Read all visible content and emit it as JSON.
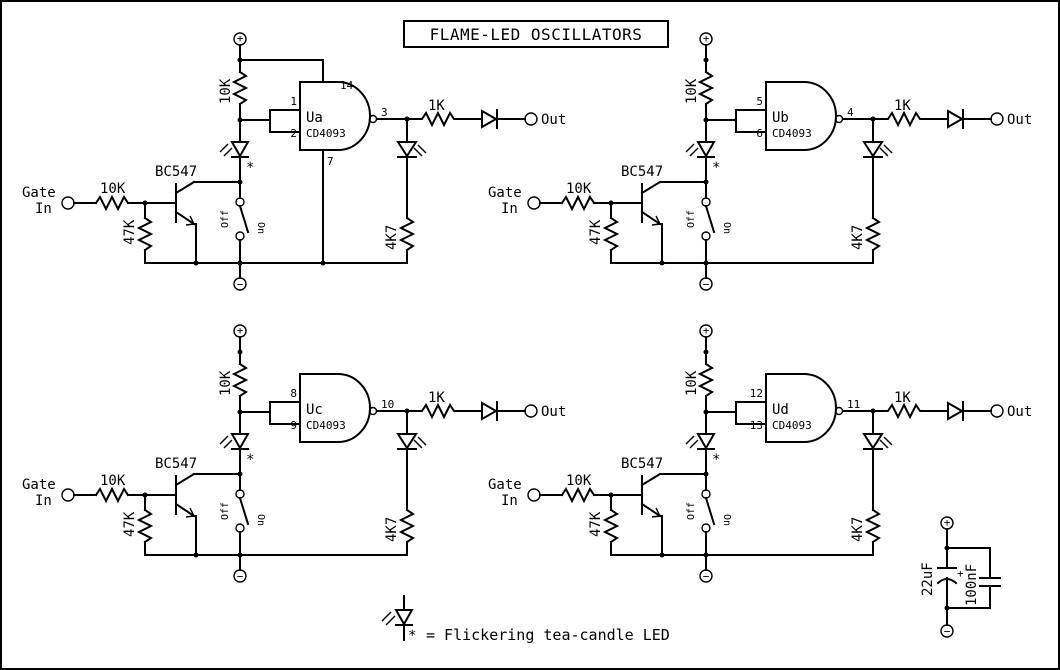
{
  "title": "FLAME-LED OSCILLATORS",
  "plus_symbol": "+",
  "minus_symbol": "−",
  "shared": {
    "gate_line1": "Gate",
    "gate_line2": "In",
    "out_label": "Out",
    "r_base": "10K",
    "r_pulldown": "47K",
    "r_top": "10K",
    "r_series": "1K",
    "r_bottom": "4K7",
    "transistor": "BC547",
    "switch_off": "Off",
    "switch_on": "On",
    "chip": "CD4093",
    "star": "*"
  },
  "oscillators": [
    {
      "unit": "Ua",
      "pin_in1": "1",
      "pin_in2": "2",
      "pin_out": "3",
      "pin_vdd": "14",
      "pin_gnd": "7"
    },
    {
      "unit": "Ub",
      "pin_in1": "5",
      "pin_in2": "6",
      "pin_out": "4"
    },
    {
      "unit": "Uc",
      "pin_in1": "8",
      "pin_in2": "9",
      "pin_out": "10"
    },
    {
      "unit": "Ud",
      "pin_in1": "12",
      "pin_in2": "13",
      "pin_out": "11"
    }
  ],
  "power": {
    "c_electrolytic": "22uF",
    "c_polarity": "+",
    "c_ceramic": "100nF"
  },
  "legend": {
    "star": "*",
    "text": "= Flickering tea-candle LED"
  }
}
